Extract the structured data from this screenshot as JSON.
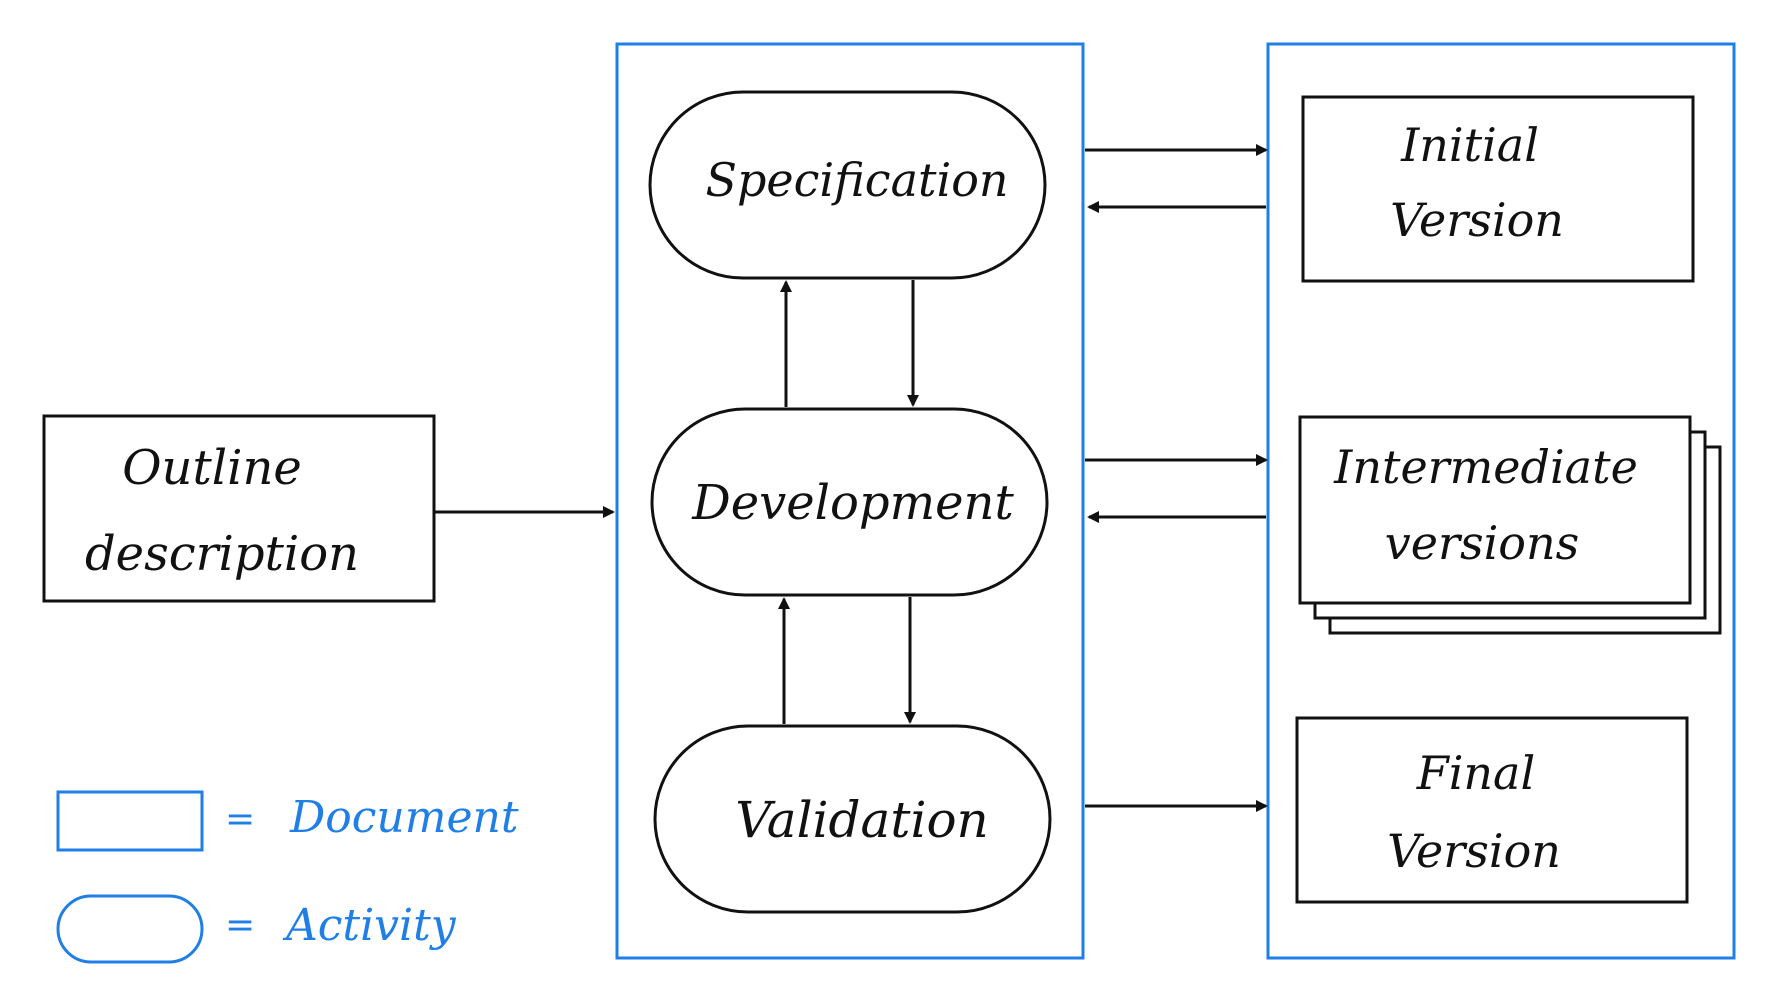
{
  "colors": {
    "ink": "#111111",
    "accent": "#1f7fe6",
    "background": "#ffffff"
  },
  "nodes": {
    "outline": {
      "line1": "Outline",
      "line2": "description"
    },
    "specification": {
      "label": "Specification"
    },
    "development": {
      "label": "Development"
    },
    "validation": {
      "label": "Validation"
    },
    "initial": {
      "line1": "Initial",
      "line2": "Version"
    },
    "intermediate": {
      "line1": "Intermediate",
      "line2": "versions"
    },
    "final": {
      "line1": "Final",
      "line2": "Version"
    }
  },
  "legend": {
    "document": {
      "equals": "=",
      "label": "Document"
    },
    "activity": {
      "equals": "=",
      "label": "Activity"
    }
  }
}
